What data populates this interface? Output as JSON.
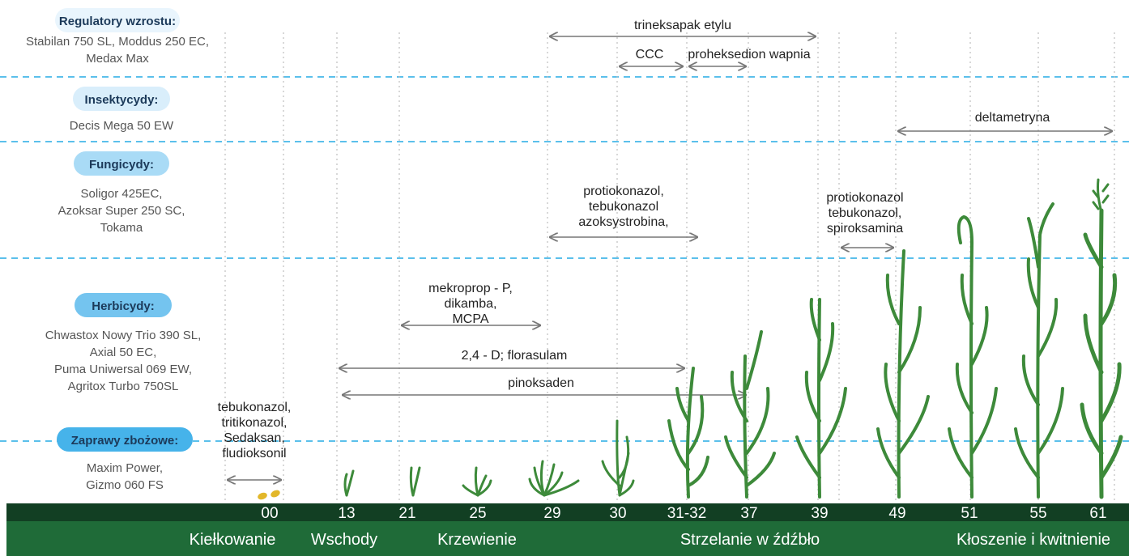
{
  "categories": [
    {
      "label": "Regulatory wzrostu:",
      "products": [
        "Stabilan 750 SL, Moddus 250 EC,",
        "Medax Max"
      ],
      "pill_color": "#e9f5fd"
    },
    {
      "label": "Insektycydy:",
      "products": [
        "Decis Mega 50 EW"
      ],
      "pill_color": "#d9eefb"
    },
    {
      "label": "Fungicydy:",
      "products": [
        "Soligor 425EC,",
        "Azoksar Super 250 SC,",
        "Tokama"
      ],
      "pill_color": "#a9dbf6"
    },
    {
      "label": "Herbicydy:",
      "products": [
        "Chwastox Nowy Trio 390 SL,",
        "Axial 50 EC,",
        "Puma Uniwersal 069 EW,",
        "Agritox Turbo 750SL"
      ],
      "pill_color": "#74c4ef"
    },
    {
      "label": "Zaprawy zbożowe:",
      "products": [
        "Maxim Power,",
        "Gizmo 060 FS"
      ],
      "pill_color": "#46b3ea"
    }
  ],
  "stages": [
    "00",
    "13",
    "21",
    "25",
    "29",
    "30",
    "31-32",
    "37",
    "39",
    "49",
    "51",
    "55",
    "61"
  ],
  "phases": [
    "Kiełkowanie",
    "Wschody",
    "Krzewienie",
    "Strzelanie w źdźbło",
    "Kłoszenie i kwitnienie"
  ],
  "ranges": [
    {
      "lines": [
        "trineksapak etylu"
      ],
      "from": "29",
      "to": "39"
    },
    {
      "lines": [
        "CCC"
      ],
      "from": "30",
      "to": "31-32"
    },
    {
      "lines": [
        "proheksedion wapnia"
      ],
      "from": "31-32",
      "to": "37"
    },
    {
      "lines": [
        "deltametryna"
      ],
      "from": "49",
      "to": "61"
    },
    {
      "lines": [
        "protiokonazol,",
        "tebukonazol",
        "azoksystrobina,"
      ],
      "from": "29",
      "to": "31-32"
    },
    {
      "lines": [
        "protiokonazol",
        "tebukonazol,",
        "spiroksamina"
      ],
      "from": "39",
      "to": "49"
    },
    {
      "lines": [
        "mekroprop - P,",
        "dikamba,",
        "MCPA"
      ],
      "from": "21",
      "to": "29"
    },
    {
      "lines": [
        "2,4 - D; florasulam"
      ],
      "from": "13",
      "to": "31-32"
    },
    {
      "lines": [
        "pinoksaden"
      ],
      "from": "13",
      "to": "37"
    },
    {
      "lines": [
        "tebukonazol,",
        "tritikonazol,",
        "Sedaksan,",
        "fludioksonil"
      ],
      "from": "00",
      "to": "00"
    }
  ],
  "colors": {
    "band_dark": "#123f23",
    "band_green": "#1f6b38",
    "plant": "#3d8a3a",
    "seed": "#e2b72a",
    "dash": "#5bc0eb",
    "arrow": "#777777",
    "pill_text": "#1c3a5a"
  }
}
